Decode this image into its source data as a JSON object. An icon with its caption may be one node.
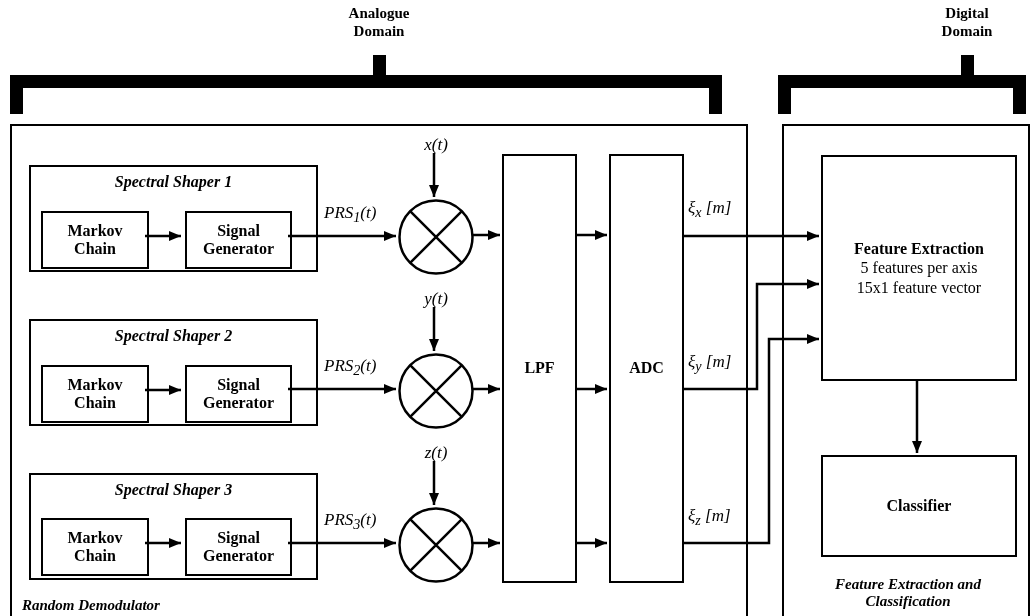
{
  "diagram": {
    "nodes": [
      {
        "text": [
          "Random Demodulator"
        ]
      },
      {
        "text": [
          "Spectral Shaper 1"
        ],
        "in": 0
      },
      {
        "text": [
          "Markov Chain"
        ],
        "in": 1
      },
      {
        "text": [
          "Signal Generator"
        ],
        "in": 1
      },
      {
        "text": [
          "Spectral Shaper 2"
        ],
        "in": 0
      },
      {
        "text": [
          "Markov Chain"
        ],
        "in": 4
      },
      {
        "text": [
          "Signal Generator"
        ],
        "in": 4
      },
      {
        "text": [
          "Spectral Shaper 3"
        ],
        "in": 0
      },
      {
        "text": [
          "Markov Chain"
        ],
        "in": 7
      },
      {
        "text": [
          "Signal Generator"
        ],
        "in": 7
      },
      {
        "text": [
          "x(t)"
        ],
        "in": 0
      },
      {
        "text": [],
        "shape": "circle",
        "in": 0
      },
      {
        "text": [
          "y(t)"
        ],
        "in": 0
      },
      {
        "text": [],
        "shape": "circle",
        "in": 0
      },
      {
        "text": [
          "z(t)"
        ],
        "in": 0
      },
      {
        "text": [],
        "shape": "circle",
        "in": 0
      },
      {
        "text": [
          "LPF"
        ],
        "in": 0
      },
      {
        "text": [
          "ADC"
        ],
        "in": 0
      },
      {
        "text": [
          "Feature Extraction and Classification"
        ]
      },
      {
        "text": [
          "Feature Extraction",
          "5 features per axis 15x1 feature vector"
        ],
        "in": 18
      },
      {
        "text": [
          "Classifier"
        ],
        "in": 18
      },
      {
        "text": [
          "Analogue Domain"
        ]
      },
      {
        "text": [
          "Digital Domain"
        ]
      }
    ],
    "edges": [
      {
        "from": 2,
        "to": 3,
        "arrow": "to"
      },
      {
        "from": 5,
        "to": 6,
        "arrow": "to"
      },
      {
        "from": 8,
        "to": 9,
        "arrow": "to"
      },
      {
        "from": 3,
        "to": 11,
        "arrow": "to",
        "label": "PRS$_{1}$(t)"
      },
      {
        "from": 6,
        "to": 13,
        "arrow": "to",
        "label": "PRS$_{2}$(t)"
      },
      {
        "from": 9,
        "to": 15,
        "arrow": "to",
        "label": "PRS$_{3}$(t)"
      },
      {
        "from": 10,
        "to": 11,
        "arrow": "to"
      },
      {
        "from": 12,
        "to": 13,
        "arrow": "to"
      },
      {
        "from": 14,
        "to": 15,
        "arrow": "to"
      },
      {
        "from": 11,
        "to": 16,
        "arrow": "to"
      },
      {
        "from": 13,
        "to": 16,
        "arrow": "to"
      },
      {
        "from": 15,
        "to": 16,
        "arrow": "to"
      },
      {
        "from": 16,
        "to": 17,
        "arrow": "to"
      },
      {
        "from": 16,
        "to": 17,
        "arrow": "to"
      },
      {
        "from": 16,
        "to": 17,
        "arrow": "to"
      },
      {
        "from": 17,
        "to": 19,
        "arrow": "to",
        "label": "ξ$_{x}$ [m]"
      },
      {
        "from": 17,
        "to": 19,
        "arrow": "to",
        "label": "ξ$_{y}$ [m]"
      },
      {
        "from": 17,
        "to": 19,
        "arrow": "to",
        "label": "ξ$_{z}$ [m]"
      },
      {
        "from": 19,
        "to": 20,
        "arrow": "to"
      }
    ]
  }
}
